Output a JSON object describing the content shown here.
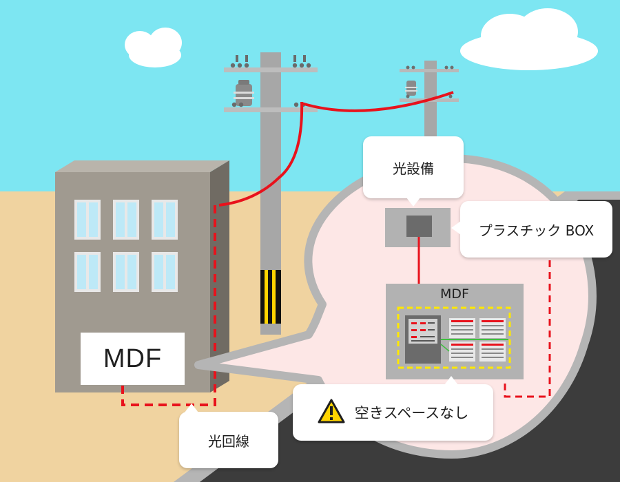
{
  "labels": {
    "optical_equipment": "光設備",
    "plastic_box": "プラスチック BOX",
    "mdf_cabinet": "MDF",
    "mdf_building": "MDF",
    "no_space": "空きスペースなし",
    "fiber_line": "光回線"
  },
  "icons": {
    "warning": "warning-triangle-icon"
  },
  "colors": {
    "sky": "#7de6f2",
    "ground": "#f0d3a0",
    "building": "#a09a90",
    "window": "#bde9f7",
    "road": "#3c3c3c",
    "fiber_red": "#e8121c",
    "zoom_bubble": "#fde7e6",
    "bubble_border": "#b5b5b5",
    "warning_yellow": "#ffd400"
  }
}
